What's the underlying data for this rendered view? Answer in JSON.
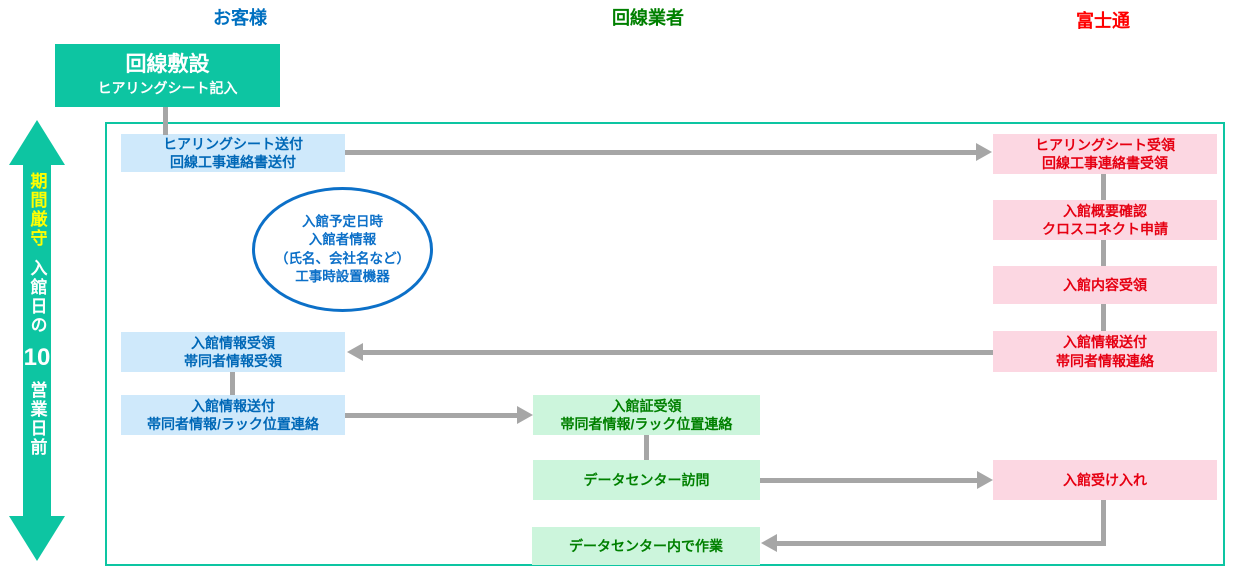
{
  "lanes": {
    "customer": {
      "label": "お客様",
      "color": "#0070c0"
    },
    "carrier": {
      "label": "回線業者",
      "color": "#008000"
    },
    "fujitsu": {
      "label": "富士通",
      "color": "#ff0000"
    }
  },
  "start_box": {
    "title": "回線敷設",
    "subtitle": "ヒアリングシート記入"
  },
  "deadline_arrow": {
    "emphasis": "期間厳守",
    "line1": "入館日の",
    "number": "10",
    "line2": "営業日前"
  },
  "note_circle": {
    "lines": [
      "入館予定日時",
      "入館者情報",
      "（氏名、会社名など）",
      "工事時設置機器"
    ]
  },
  "boxes": {
    "hearing_send": {
      "lines": [
        "ヒアリングシート送付",
        "回線工事連絡書送付"
      ]
    },
    "hearing_receive": {
      "lines": [
        "ヒアリングシート受領",
        "回線工事連絡書受領"
      ]
    },
    "overview_confirm": {
      "lines": [
        "入館概要確認",
        "クロスコネクト申請"
      ]
    },
    "content_receive": {
      "lines": [
        "入館内容受領"
      ]
    },
    "info_send_fujitsu": {
      "lines": [
        "入館情報送付",
        "帯同者情報連絡"
      ]
    },
    "info_receive_customer": {
      "lines": [
        "入館情報受領",
        "帯同者情報受領"
      ]
    },
    "info_send_customer": {
      "lines": [
        "入館情報送付",
        "帯同者情報/ラック位置連絡"
      ]
    },
    "pass_receive": {
      "lines": [
        "入館証受領",
        "帯同者情報/ラック位置連絡"
      ]
    },
    "dc_visit": {
      "lines": [
        "データセンター訪問"
      ]
    },
    "entry_accept": {
      "lines": [
        "入館受け入れ"
      ]
    },
    "dc_work": {
      "lines": [
        "データセンター内で作業"
      ]
    }
  },
  "colors": {
    "teal": "#0dc5a2",
    "customer_text": "#0068b7",
    "customer_bg": "#cfe9fb",
    "fujitsu_text": "#e60012",
    "fujitsu_bg": "#fcd7e2",
    "carrier_text": "#008000",
    "carrier_bg": "#ccf5dc",
    "connector": "#a6a6a6",
    "deadline_emphasis": "#ffff00",
    "circle_blue": "#0c70c8"
  }
}
